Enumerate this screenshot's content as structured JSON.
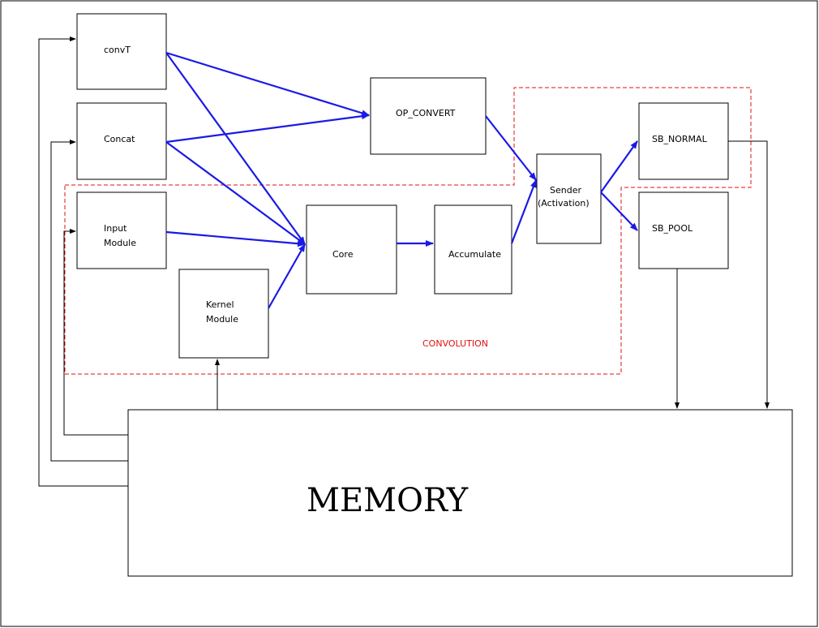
{
  "blocks": {
    "convT": "convT",
    "concat": "Concat",
    "input_line1": "Input",
    "input_line2": "Module",
    "kernel_line1": "Kernel",
    "kernel_line2": "Module",
    "op_convert": "OP_CONVERT",
    "core": "Core",
    "accumulate": "Accumulate",
    "sender_line1": "Sender",
    "sender_line2": "(Activation)",
    "sb_normal": "SB_NORMAL",
    "sb_pool": "SB_POOL",
    "memory": "MEMORY"
  },
  "groups": {
    "convolution": "CONVOLUTION"
  },
  "colors": {
    "dataflow": "#1a1ae6",
    "group_border": "#e01010",
    "line": "#000000"
  }
}
